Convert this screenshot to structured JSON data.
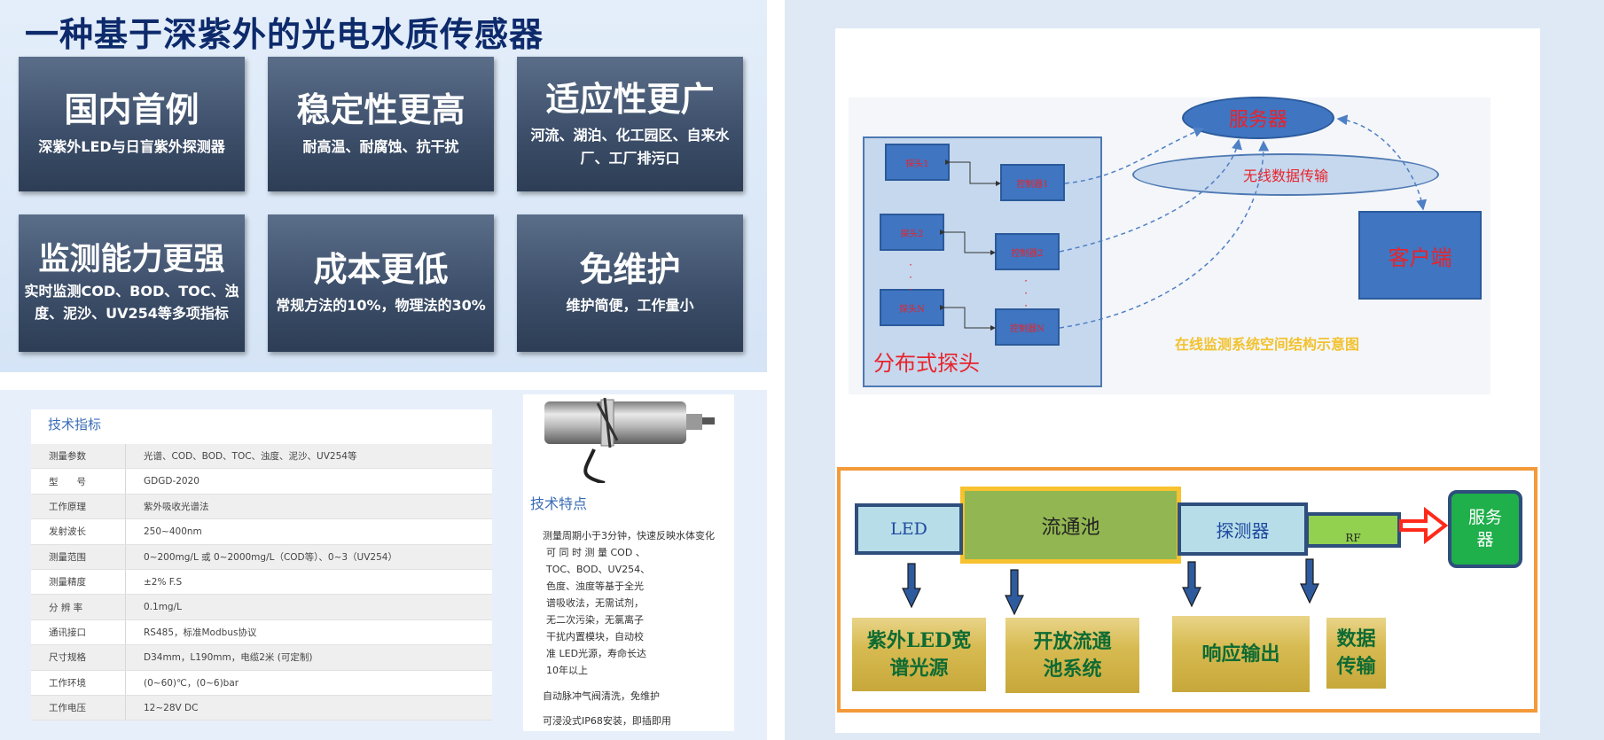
{
  "title": "一种基于深紫外的光电水质传感器",
  "cards": [
    {
      "title": "国内首例",
      "desc": "深紫外LED与日盲紫外探测器"
    },
    {
      "title": "稳定性更高",
      "desc": "耐高温、耐腐蚀、抗干扰"
    },
    {
      "title": "适应性更广",
      "desc": "河流、湖泊、化工园区、自来水厂、工厂排污口"
    },
    {
      "title": "监测能力更强",
      "desc": "实时监测COD、BOD、TOC、浊度、泥沙、UV254等多项指标"
    },
    {
      "title": "成本更低",
      "desc": "常规方法的10%，物理法的30%"
    },
    {
      "title": "免维护",
      "desc": "维护简便，工作量小"
    }
  ],
  "specs": {
    "heading": "技术指标",
    "rows": [
      {
        "k": "测量参数",
        "v": "光谱、COD、BOD、TOC、浊度、泥沙、UV254等"
      },
      {
        "k": "型　　号",
        "v": "GDGD-2020"
      },
      {
        "k": "工作原理",
        "v": "紫外吸收光谱法"
      },
      {
        "k": "发射波长",
        "v": "250~400nm"
      },
      {
        "k": "测量范围",
        "v": "0~200mg/L 或 0~2000mg/L（COD等）、0~3（UV254）"
      },
      {
        "k": "测量精度",
        "v": "±2% F.S"
      },
      {
        "k": "分 辨 率",
        "v": "0.1mg/L"
      },
      {
        "k": "通讯接口",
        "v": "RS485，标准Modbus协议"
      },
      {
        "k": "尺寸规格",
        "v": "D34mm，L190mm，电缆2米 (可定制)"
      },
      {
        "k": "工作环境",
        "v": "(0~60)℃，(0~6)bar"
      },
      {
        "k": "工作电压",
        "v": "12~28V DC"
      }
    ]
  },
  "features": {
    "heading": "技术特点",
    "lines": [
      "测量周期小于3分钟，快速反映水体变化",
      "可 同 时 测 量 COD 、",
      "TOC、BOD、UV254、",
      "色度、浊度等基于全光",
      "谱吸收法，无需试剂，",
      "无二次污染，无氯离子",
      "干扰内置模块，自动校",
      "准 LED光源，寿命长达",
      "10年以上"
    ],
    "extra1": "自动脉冲气阀清洗，免维护",
    "extra2": "可浸没式IP68安装，即插即用"
  },
  "network": {
    "probe1": "探头1",
    "probe2": "探头2",
    "probeN": "探头N",
    "ctrl1": "控制器1",
    "ctrl2": "控制器2",
    "ctrlN": "控制器N",
    "area_label": "分布式探头",
    "server": "服务器",
    "wireless": "无线数据传输",
    "client": "客户端",
    "caption": "在线监测系统空间结构示意图",
    "colors": {
      "box": "#3f75c1",
      "text": "#e8232b",
      "area": "#c6d8ee",
      "dash": "#4f7fc4"
    }
  },
  "flow": {
    "led": "LED",
    "pool": "流通池",
    "detector": "探测器",
    "rf": "RF",
    "server": "服务\n器",
    "out1": "紫外LED宽\n谱光源",
    "out2": "开放流通\n池系统",
    "out3": "响应输出",
    "out4": "数据\n传输",
    "colors": {
      "frame": "#f39a3a",
      "pool": "#92b651",
      "arrow": "#ff2a1a",
      "server": "#1faf4b"
    }
  }
}
